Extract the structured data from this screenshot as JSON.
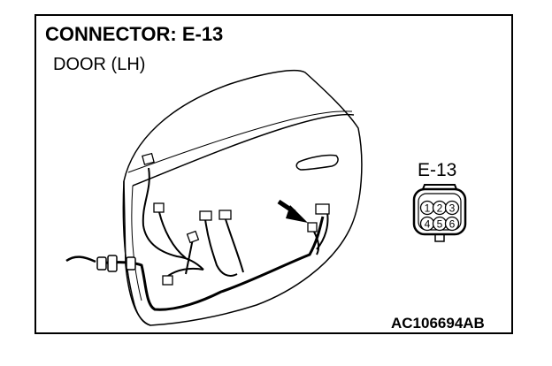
{
  "title": "CONNECTOR: E-13",
  "subtitle": "DOOR (LH)",
  "connector": {
    "label": "E-13",
    "pins": [
      "1",
      "2",
      "3",
      "4",
      "5",
      "6"
    ]
  },
  "figure_code": "AC106694AB"
}
